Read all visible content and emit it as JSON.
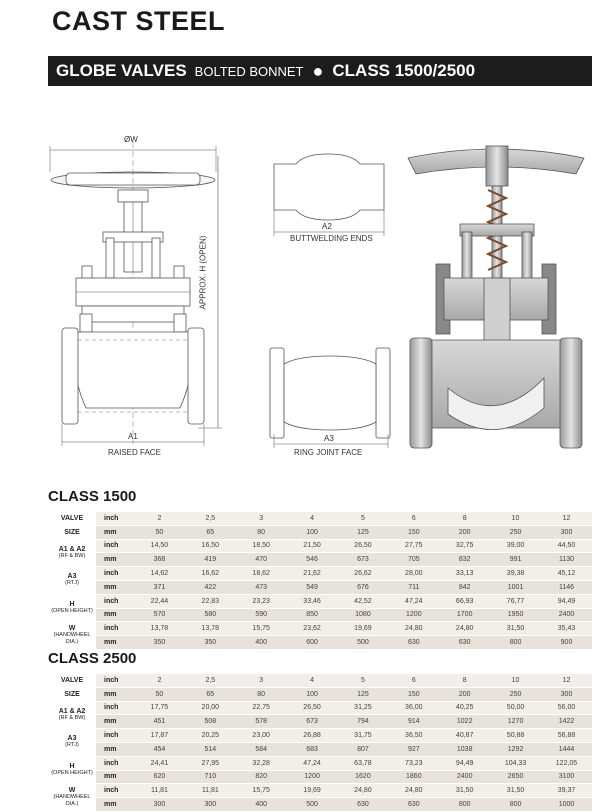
{
  "header": {
    "title": "CAST STEEL",
    "banner_part1": "GLOBE VALVES",
    "banner_part2": "BOLTED BONNET",
    "banner_dot": "●",
    "banner_part3": "CLASS 1500/2500"
  },
  "drawing": {
    "dim_w": "ØW",
    "dim_h": "APPROX. H (OPEN)",
    "dim_a1": "A1",
    "raised_face": "RAISED FACE",
    "dim_a2": "A2",
    "buttwelding_ends": "BUTTWELDING ENDS",
    "dim_a3": "A3",
    "ring_joint_face": "RING JOINT FACE"
  },
  "tables": [
    {
      "title": "CLASS 1500",
      "rows": [
        {
          "label": "VALVE",
          "sub": "",
          "unit": "inch",
          "values": [
            "2",
            "2,5",
            "3",
            "4",
            "5",
            "6",
            "8",
            "10",
            "12"
          ]
        },
        {
          "label": "SIZE",
          "sub": "",
          "unit": "mm",
          "values": [
            "50",
            "65",
            "80",
            "100",
            "125",
            "150",
            "200",
            "250",
            "300"
          ]
        },
        {
          "label": "A1 & A2",
          "sub": "(RF & BW)",
          "unit": "inch",
          "values": [
            "14,50",
            "16,50",
            "18,50",
            "21,50",
            "26,50",
            "27,75",
            "32,75",
            "39,00",
            "44,50"
          ]
        },
        {
          "label": "",
          "sub": "",
          "unit": "mm",
          "values": [
            "368",
            "419",
            "470",
            "546",
            "673",
            "705",
            "832",
            "991",
            "1130"
          ]
        },
        {
          "label": "A3",
          "sub": "(RTJ)",
          "unit": "inch",
          "values": [
            "14,62",
            "16,62",
            "18,62",
            "21,62",
            "26,62",
            "28,00",
            "33,13",
            "39,38",
            "45,12"
          ]
        },
        {
          "label": "",
          "sub": "",
          "unit": "mm",
          "values": [
            "371",
            "422",
            "473",
            "549",
            "676",
            "711",
            "842",
            "1001",
            "1146"
          ]
        },
        {
          "label": "H",
          "sub": "(OPEN HEIGHT)",
          "unit": "inch",
          "values": [
            "22,44",
            "22,83",
            "23,23",
            "33,46",
            "42,52",
            "47,24",
            "66,93",
            "76,77",
            "94,49"
          ]
        },
        {
          "label": "",
          "sub": "",
          "unit": "mm",
          "values": [
            "570",
            "580",
            "590",
            "850",
            "1080",
            "1200",
            "1700",
            "1950",
            "2400"
          ]
        },
        {
          "label": "W",
          "sub": "(HANDWHEEL DIA.)",
          "unit": "inch",
          "values": [
            "13,78",
            "13,78",
            "15,75",
            "23,62",
            "19,69",
            "24,80",
            "24,80",
            "31,50",
            "35,43"
          ]
        },
        {
          "label": "",
          "sub": "",
          "unit": "mm",
          "values": [
            "350",
            "350",
            "400",
            "600",
            "500",
            "630",
            "630",
            "800",
            "900"
          ]
        }
      ]
    },
    {
      "title": "CLASS 2500",
      "rows": [
        {
          "label": "VALVE",
          "sub": "",
          "unit": "inch",
          "values": [
            "2",
            "2,5",
            "3",
            "4",
            "5",
            "6",
            "8",
            "10",
            "12"
          ]
        },
        {
          "label": "SIZE",
          "sub": "",
          "unit": "mm",
          "values": [
            "50",
            "65",
            "80",
            "100",
            "125",
            "150",
            "200",
            "250",
            "300"
          ]
        },
        {
          "label": "A1 & A2",
          "sub": "(RF & BW)",
          "unit": "inch",
          "values": [
            "17,75",
            "20,00",
            "22,75",
            "26,50",
            "31,25",
            "36,00",
            "40,25",
            "50,00",
            "56,00"
          ]
        },
        {
          "label": "",
          "sub": "",
          "unit": "mm",
          "values": [
            "451",
            "508",
            "578",
            "673",
            "794",
            "914",
            "1022",
            "1270",
            "1422"
          ]
        },
        {
          "label": "A3",
          "sub": "(RTJ)",
          "unit": "inch",
          "values": [
            "17,87",
            "20,25",
            "23,00",
            "26,88",
            "31,75",
            "36,50",
            "40,87",
            "50,88",
            "56,88"
          ]
        },
        {
          "label": "",
          "sub": "",
          "unit": "mm",
          "values": [
            "454",
            "514",
            "584",
            "683",
            "807",
            "927",
            "1038",
            "1292",
            "1444"
          ]
        },
        {
          "label": "H",
          "sub": "(OPEN HEIGHT)",
          "unit": "inch",
          "values": [
            "24,41",
            "27,95",
            "32,28",
            "47,24",
            "63,78",
            "73,23",
            "94,49",
            "104,33",
            "122,05"
          ]
        },
        {
          "label": "",
          "sub": "",
          "unit": "mm",
          "values": [
            "620",
            "710",
            "820",
            "1200",
            "1620",
            "1860",
            "2400",
            "2650",
            "3100"
          ]
        },
        {
          "label": "W",
          "sub": "(HANDWHEEL DIA.)",
          "unit": "inch",
          "values": [
            "11,81",
            "11,81",
            "15,75",
            "19,69",
            "24,80",
            "24,80",
            "31,50",
            "31,50",
            "39,37"
          ]
        },
        {
          "label": "",
          "sub": "",
          "unit": "mm",
          "values": [
            "300",
            "300",
            "400",
            "500",
            "630",
            "630",
            "800",
            "800",
            "1000"
          ]
        }
      ]
    }
  ]
}
